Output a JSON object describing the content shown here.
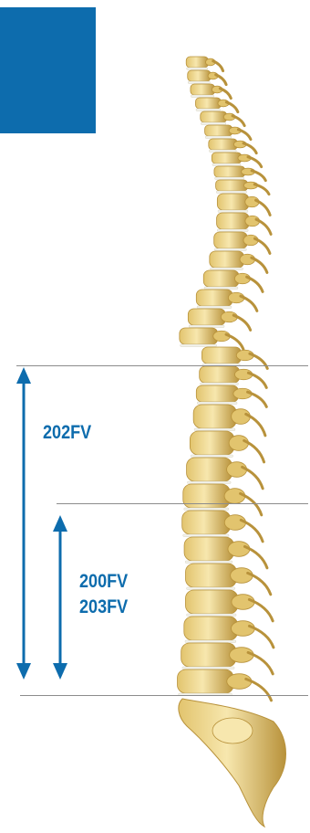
{
  "colors": {
    "accent": "#0d6cad",
    "bone_light": "#f7e7ae",
    "bone_mid": "#e2c46e",
    "bone_dark": "#b8923b",
    "disc": "#f2f2ec",
    "guide_line": "#8c8c8c"
  },
  "labels": {
    "upper_range": "202FV",
    "lower_range_1": "200FV",
    "lower_range_2": "203FV"
  },
  "icons": {
    "upper_arrow": "double-headed-arrow-icon",
    "lower_arrow": "double-headed-arrow-icon",
    "spine": "spine-illustration"
  }
}
